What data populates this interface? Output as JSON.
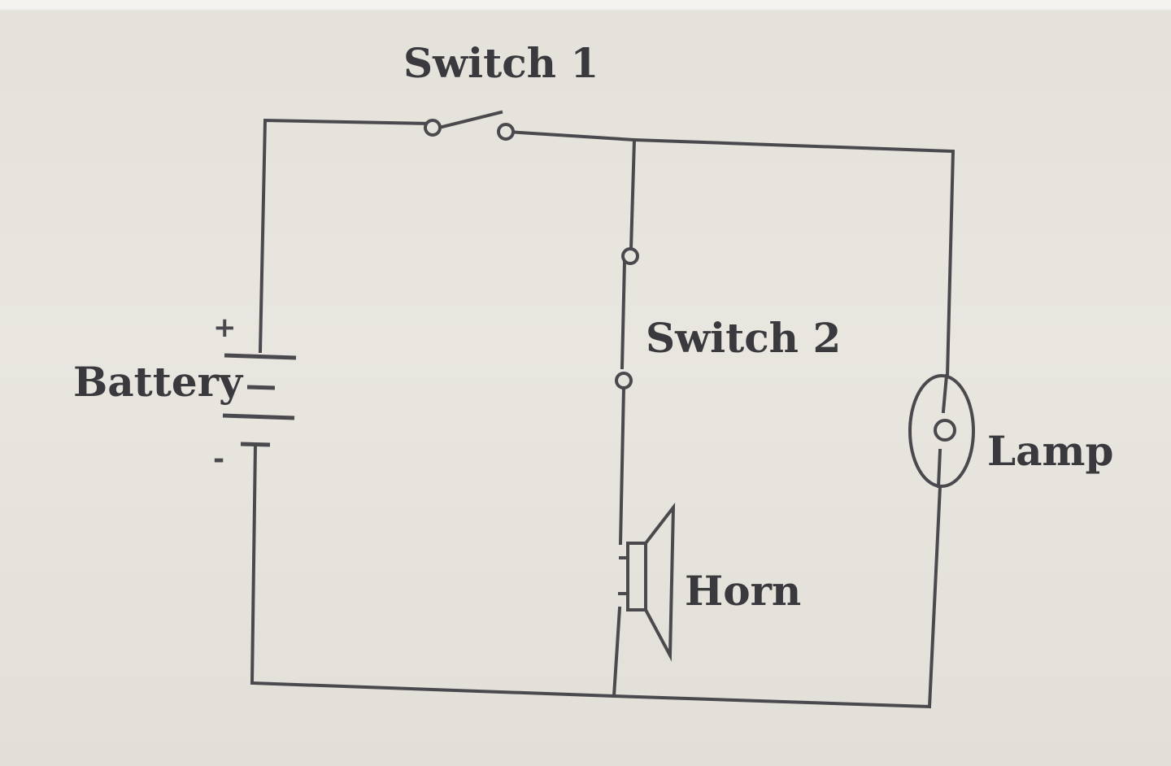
{
  "labels": {
    "switch1": "Switch 1",
    "switch2": "Switch 2",
    "battery": "Battery",
    "lamp": "Lamp",
    "horn": "Horn",
    "plus": "+",
    "minus": "-"
  },
  "colors": {
    "wire": "#4a4a4e",
    "background": "#e6e3dc",
    "text": "#3a3a3e"
  }
}
